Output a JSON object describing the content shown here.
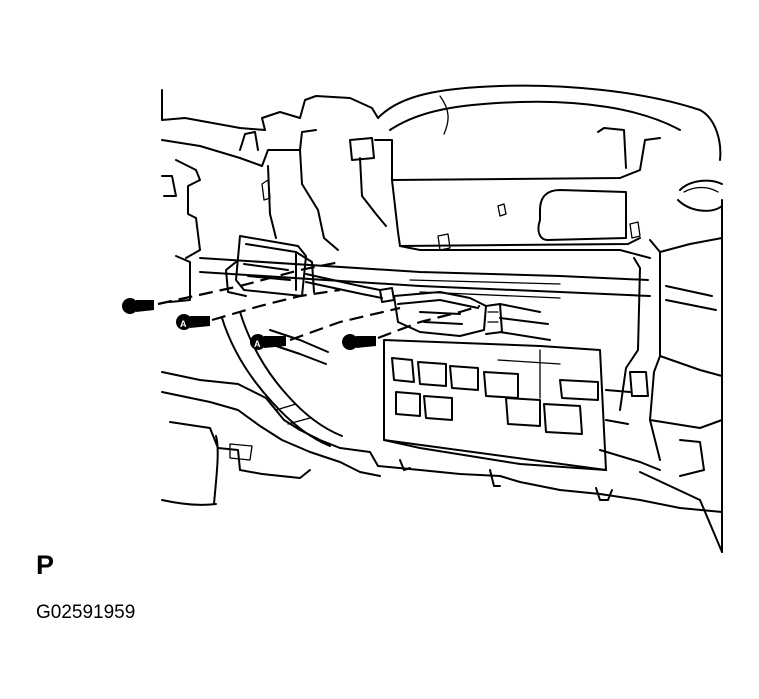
{
  "labels": {
    "view_letter": "P",
    "figure_id": "G02591959",
    "fastener_mark": "A"
  },
  "colors": {
    "ink": "#000000",
    "background": "#ffffff"
  }
}
